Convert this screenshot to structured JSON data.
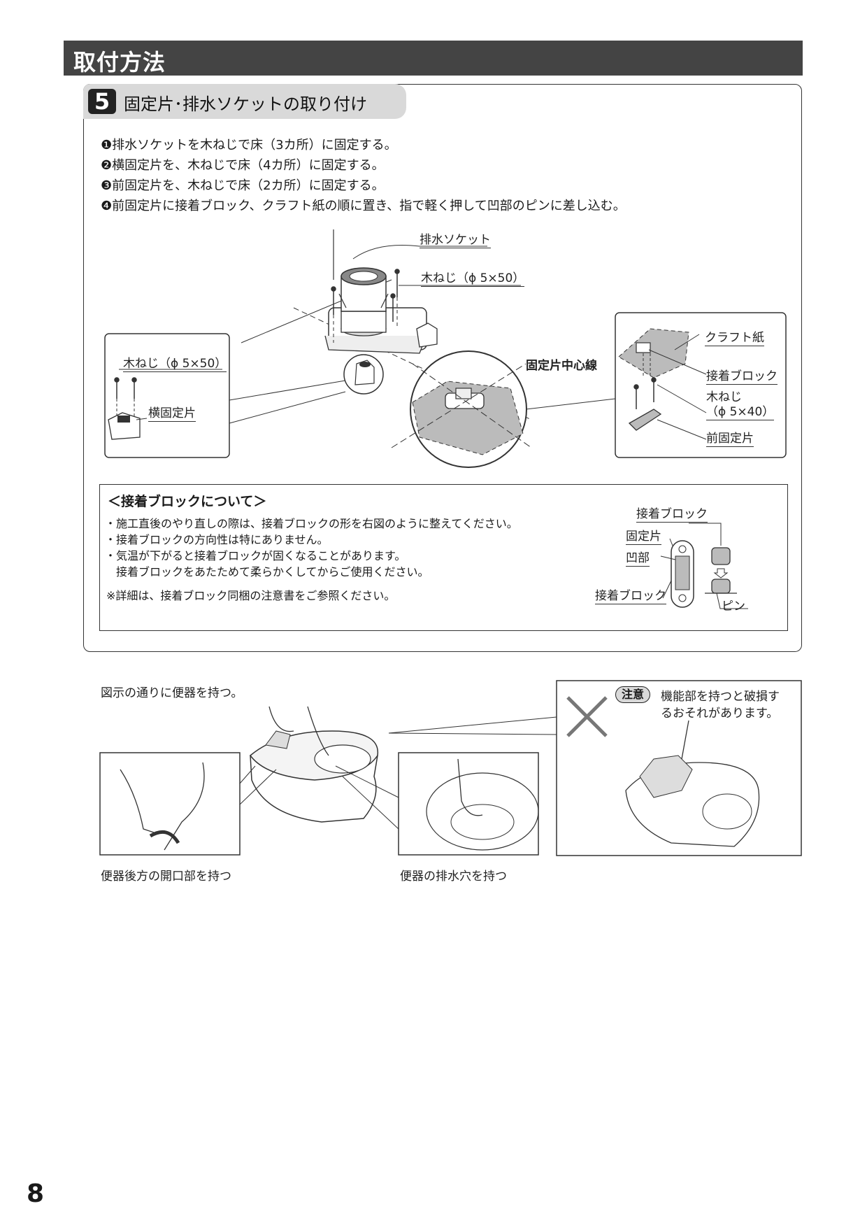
{
  "header": {
    "title": "取付方法"
  },
  "step": {
    "number": "5",
    "title": "固定片･排水ソケットの取り付け"
  },
  "instructions": [
    "❶排水ソケットを木ねじで床（3カ所）に固定する。",
    "❷横固定片を、木ねじで床（4カ所）に固定する。",
    "❸前固定片を、木ねじで床（2カ所）に固定する。",
    "❹前固定片に接着ブロック、クラフト紙の順に置き、指で軽く押して凹部のピンに差し込む。"
  ],
  "diagram_labels": {
    "drain_socket": "排水ソケット",
    "wood_screw_50_right": "木ねじ（ϕ 5×50）",
    "wood_screw_50_left": "木ねじ（ϕ 5×50）",
    "side_fixing_piece": "横固定片",
    "center_line": "固定片中心線",
    "kraft_paper": "クラフト紙",
    "adhesive_block": "接着ブロック",
    "wood_screw_40_line1": "木ねじ",
    "wood_screw_40_line2": "（ϕ 5×40）",
    "front_fixing_piece": "前固定片"
  },
  "note": {
    "title": "＜接着ブロックについて＞",
    "lines": [
      "・施工直後のやり直しの際は、接着ブロックの形を右図のように整えてください。",
      "・接着ブロックの方向性は特にありません。",
      "・気温が下がると接着ブロックが固くなることがあります。",
      "　接着ブロックをあたためて柔らかくしてからご使用ください。"
    ],
    "footnote": "※詳細は、接着ブロック同梱の注意書をご参照ください。",
    "diagram": {
      "adhesive_block_top": "接着ブロック",
      "fixing_piece": "固定片",
      "recess": "凹部",
      "adhesive_block_bottom": "接着ブロック",
      "pin": "ピン"
    }
  },
  "holding": {
    "intro": "図示の通りに便器を持つ。",
    "caption_rear": "便器後方の開口部を持つ",
    "caption_drain": "便器の排水穴を持つ",
    "caution_badge": "注意",
    "caution_text_line1": "機能部を持つと破損す",
    "caution_text_line2": "るおそれがあります。"
  },
  "page_number": "8"
}
